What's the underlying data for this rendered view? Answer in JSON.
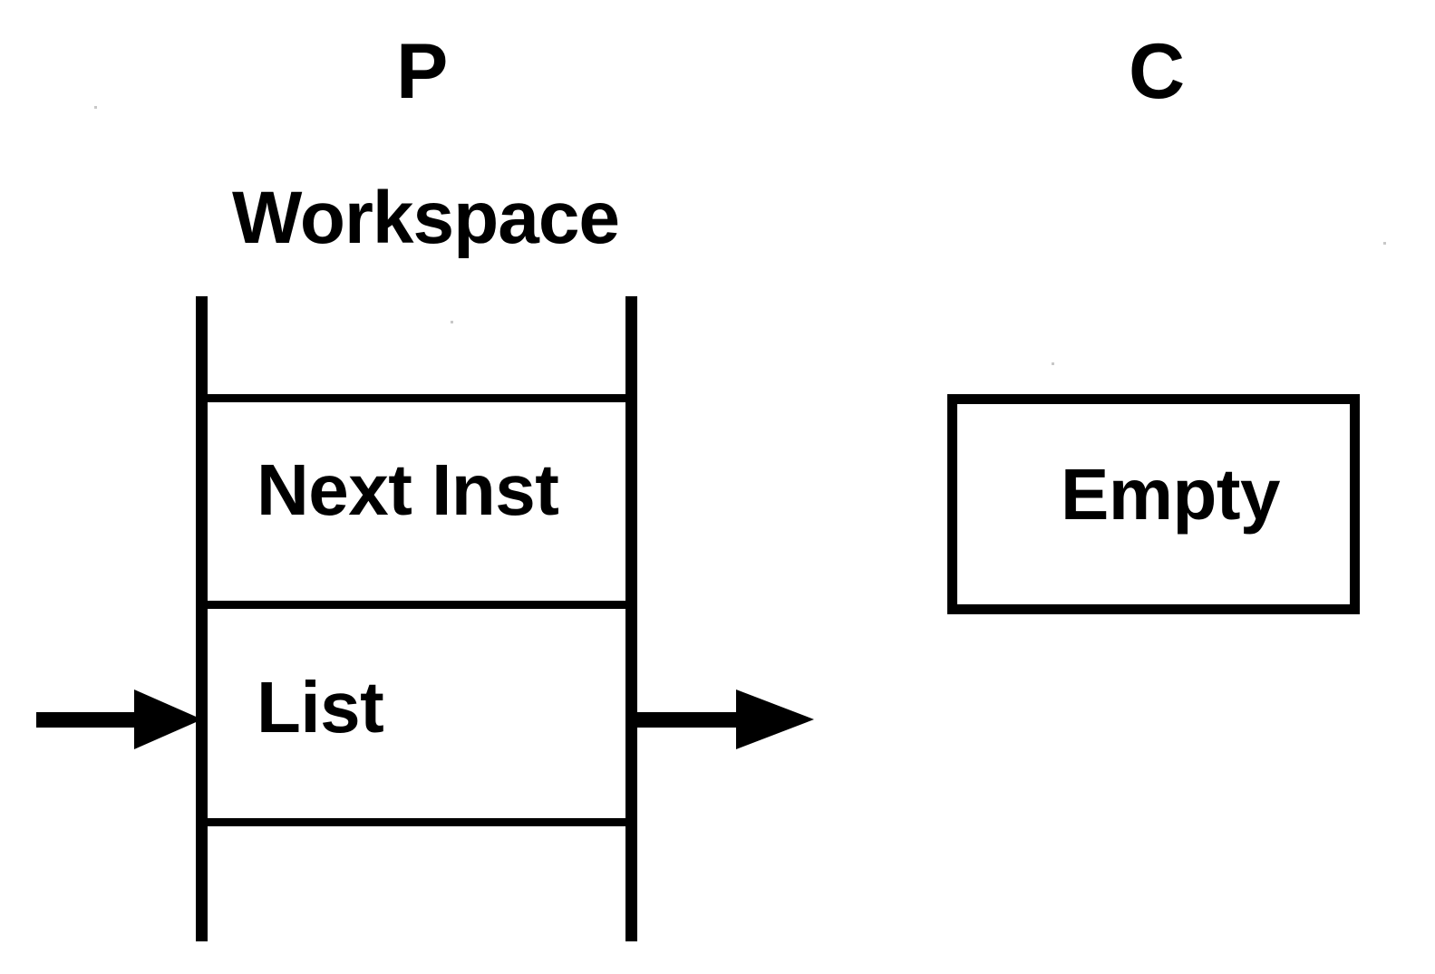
{
  "diagram": {
    "title_letters": {
      "producer": "P",
      "consumer": "C"
    },
    "producer": {
      "workspace_label": "Workspace",
      "cells": [
        {
          "label": "Next Inst"
        },
        {
          "label": "List"
        }
      ],
      "input_arrow": "arrow-right-in",
      "output_arrow": "arrow-right-out"
    },
    "consumer": {
      "box_label": "Empty"
    },
    "colors": {
      "ink": "#000000",
      "background": "#ffffff"
    }
  },
  "chart_data": {
    "type": "diagram",
    "title": "Producer / Consumer workspace state",
    "nodes": [
      {
        "id": "P",
        "label": "P",
        "role": "producer"
      },
      {
        "id": "P-workspace",
        "label": "Workspace",
        "role": "container"
      },
      {
        "id": "P-next-inst",
        "label": "Next Inst",
        "role": "cell"
      },
      {
        "id": "P-list",
        "label": "List",
        "role": "cell"
      },
      {
        "id": "C",
        "label": "C",
        "role": "consumer"
      },
      {
        "id": "C-box",
        "label": "Empty",
        "role": "box"
      }
    ],
    "edges": [
      {
        "from": "",
        "to": "P-list",
        "style": "solid-arrow",
        "direction": "right"
      },
      {
        "from": "P-list",
        "to": "",
        "style": "solid-arrow",
        "direction": "right"
      }
    ]
  }
}
